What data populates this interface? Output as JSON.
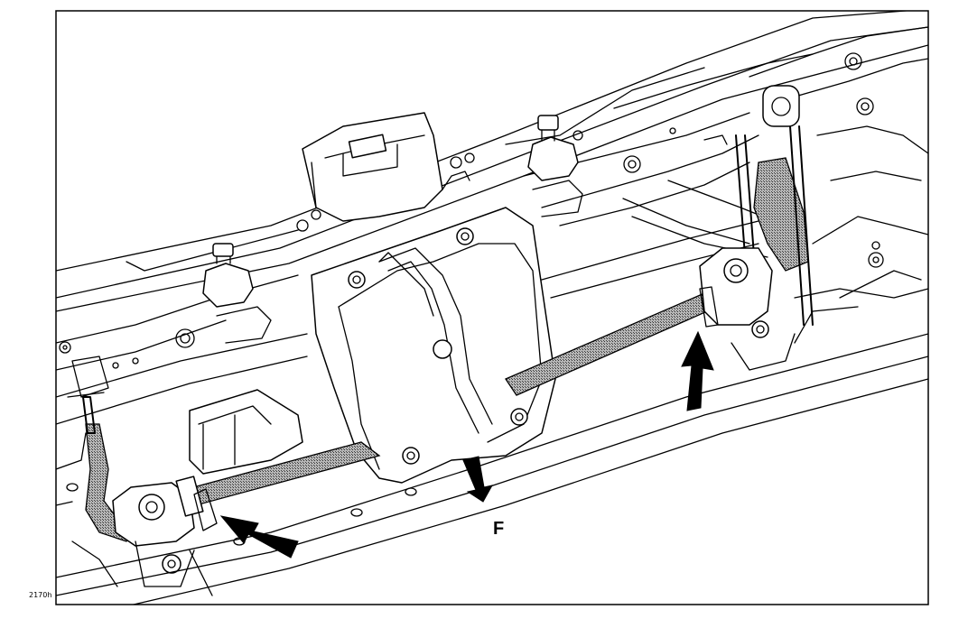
{
  "figure": {
    "label_direction": "F",
    "figure_code": "2170h"
  },
  "colors": {
    "line": "#000000",
    "background": "#ffffff",
    "hatch": "#7a7a7a"
  },
  "chart_data": {
    "type": "technical-illustration",
    "annotations": [
      "F",
      "2170h"
    ],
    "arrows": 3
  }
}
